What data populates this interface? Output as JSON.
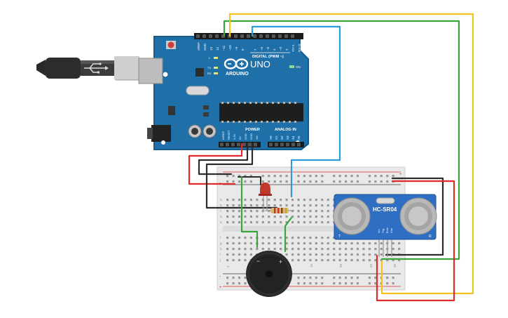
{
  "arduino": {
    "brand": "ARDUINO",
    "model": "UNO",
    "on_label": "ON",
    "digital_header": "DIGITAL (PWM ~)",
    "power_header": "POWER",
    "analog_header": "ANALOG IN",
    "tx_label": "TX",
    "rx_label": "RX",
    "l_label": "L",
    "top_pins": [
      "AREF",
      "GND",
      "13",
      "12",
      "~11",
      "~10",
      "~9",
      "8",
      "7",
      "~6",
      "~5",
      "4",
      "~3",
      "2",
      "TX>1",
      "RX<0"
    ],
    "power_pins": [
      "IOREF",
      "RESET",
      "3.3V",
      "5V",
      "GND",
      "GND",
      "Vin"
    ],
    "analog_pins": [
      "A0",
      "A1",
      "A2",
      "A3",
      "A4",
      "A5"
    ]
  },
  "sensor": {
    "label": "HC-SR04",
    "pins": [
      "Vcc",
      "Trig",
      "Echo",
      "Gnd"
    ],
    "corner_left": "T",
    "corner_right": "R"
  },
  "breadboard": {
    "row_letters_top": [
      "a",
      "b",
      "c",
      "d",
      "e"
    ],
    "row_letters_bottom": [
      "f",
      "g",
      "h",
      "i",
      "j"
    ],
    "column_numbers_visible": [
      "1",
      "5",
      "10",
      "15",
      "20",
      "25",
      "30"
    ],
    "rail_plus": "+",
    "rail_minus": "-"
  },
  "buzzer": {
    "minus_label": "−",
    "plus_label": "+"
  },
  "colors": {
    "board": "#1f6fa8",
    "board_dark": "#175a8a",
    "wire_red": "#e02b2b",
    "wire_black": "#2b2b2b",
    "wire_green": "#3aa53a",
    "wire_yellow": "#f2c31a",
    "wire_blue": "#2c9be0",
    "led": "#c0392b",
    "resistor": "#d8b77a",
    "sensor_board": "#2e6fc3"
  }
}
